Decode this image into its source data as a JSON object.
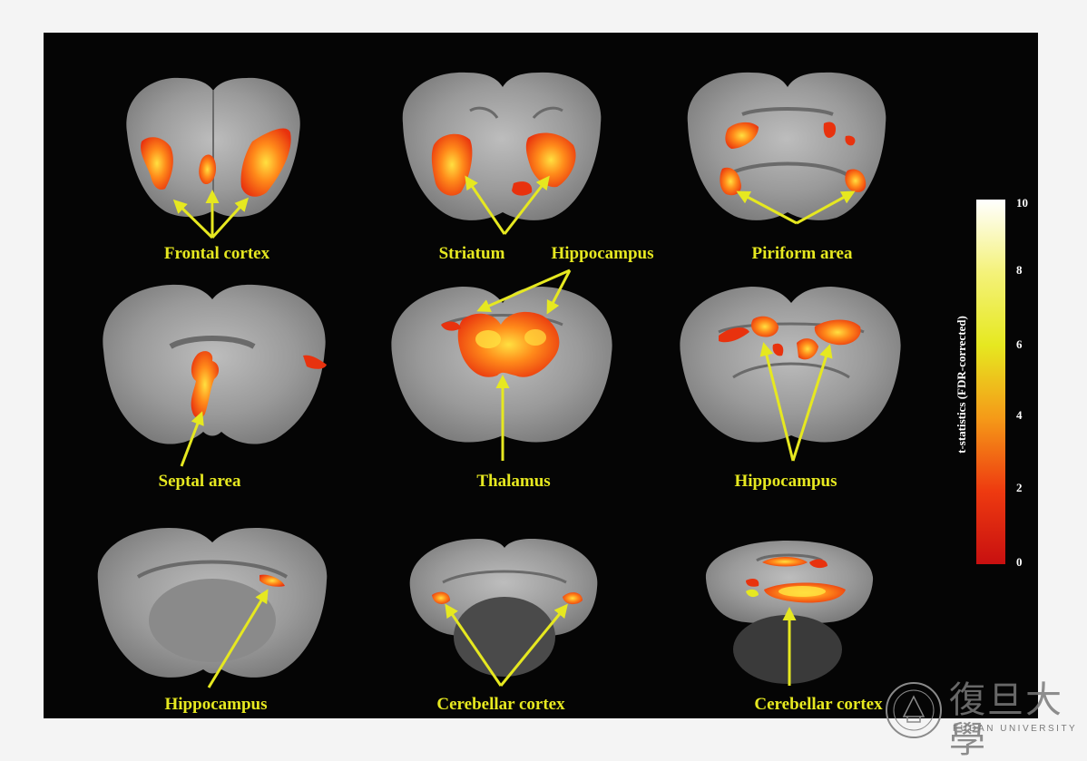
{
  "labels": {
    "frontal_cortex": "Frontal cortex",
    "striatum": "Striatum",
    "hippocampus_top": "Hippocampus",
    "piriform_area": "Piriform area",
    "septal_area": "Septal area",
    "thalamus": "Thalamus",
    "hippocampus_mid": "Hippocampus",
    "hippocampus_bottom": "Hippocampus",
    "cerebellar_cortex_1": "Cerebellar cortex",
    "cerebellar_cortex_2": "Cerebellar cortex"
  },
  "colorbar": {
    "title": "t-statistics (FDR-corrected)",
    "ticks": [
      "10",
      "8",
      "6",
      "4",
      "2",
      "0"
    ],
    "stops": [
      "#ffffff",
      "#f4f27a",
      "#e6e820",
      "#f59a18",
      "#ee3a10",
      "#c81010"
    ]
  },
  "colors": {
    "label": "#e6e820",
    "arrow": "#e6e820",
    "background": "#050505",
    "page": "#f4f4f4"
  },
  "watermark": {
    "main": "復旦大學",
    "sub": "FUDAN UNIVERSITY"
  }
}
